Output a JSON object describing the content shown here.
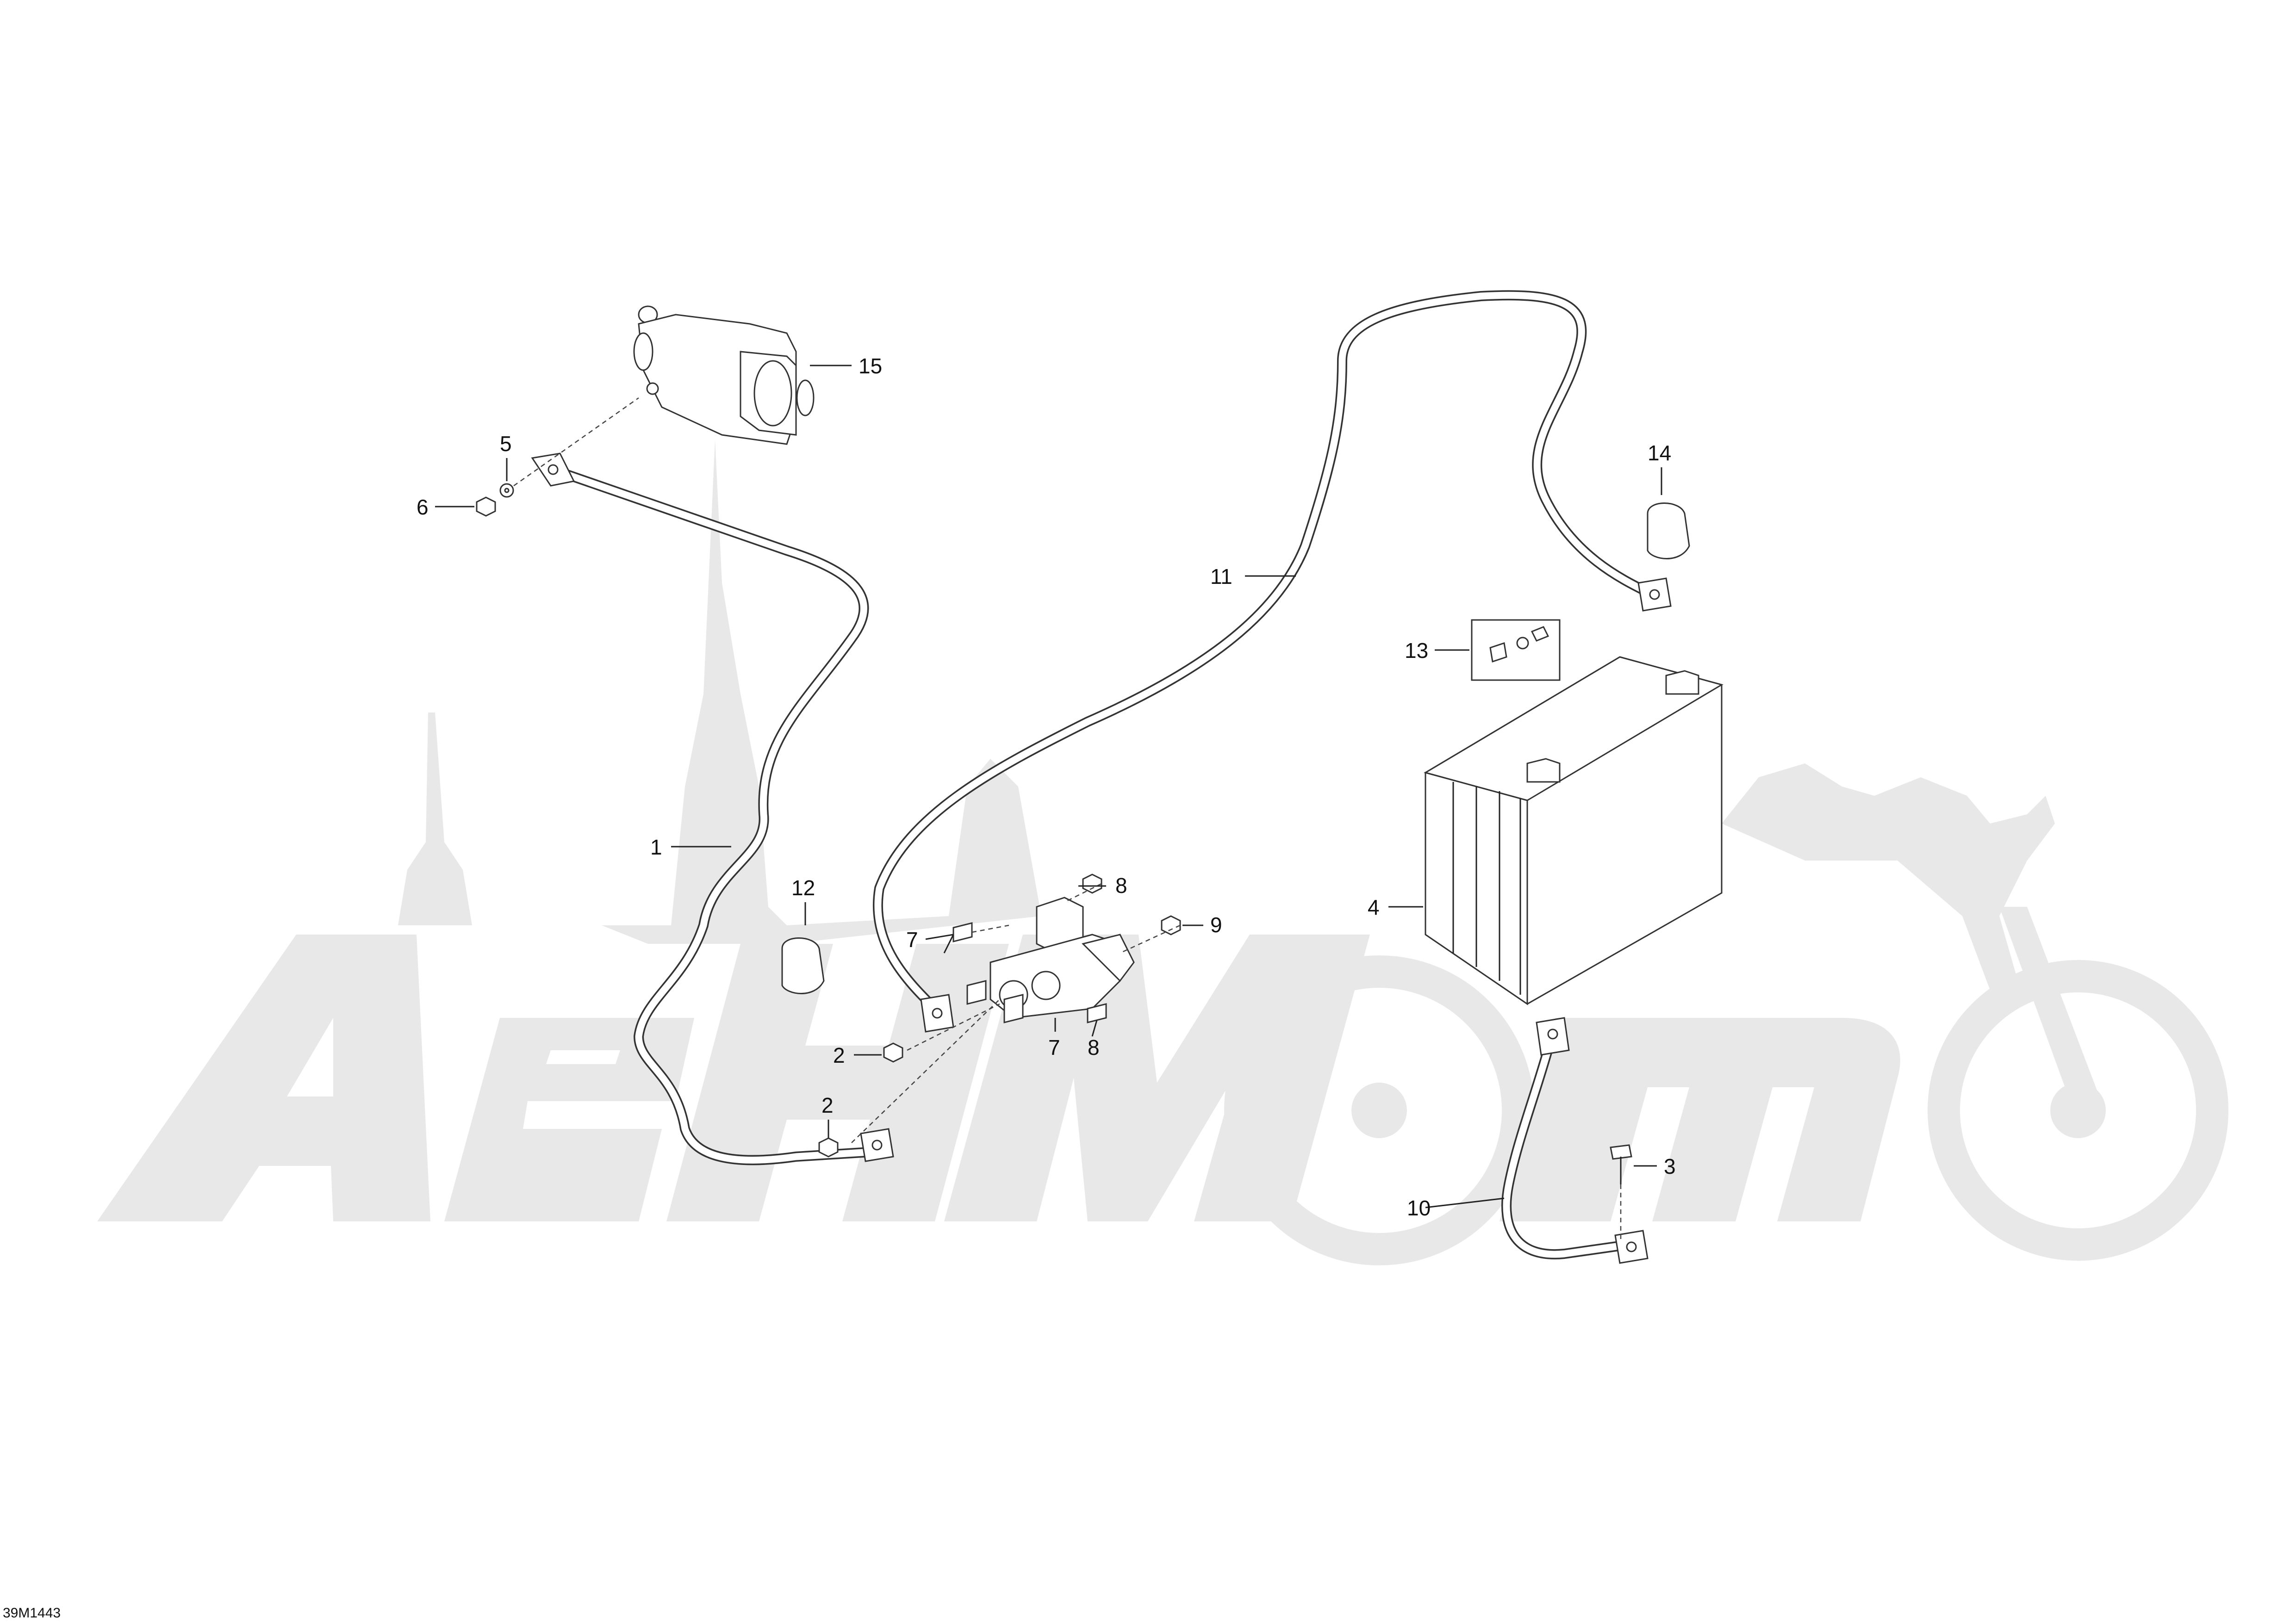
{
  "watermark": {
    "text": "AenMomo"
  },
  "callouts": [
    {
      "id": "c1",
      "label": "1"
    },
    {
      "id": "c2a",
      "label": "2"
    },
    {
      "id": "c2b",
      "label": "2"
    },
    {
      "id": "c3",
      "label": "3"
    },
    {
      "id": "c4",
      "label": "4"
    },
    {
      "id": "c5",
      "label": "5"
    },
    {
      "id": "c6",
      "label": "6"
    },
    {
      "id": "c7a",
      "label": "7"
    },
    {
      "id": "c7b",
      "label": "7"
    },
    {
      "id": "c8a",
      "label": "8"
    },
    {
      "id": "c8b",
      "label": "8"
    },
    {
      "id": "c9",
      "label": "9"
    },
    {
      "id": "c10",
      "label": "10"
    },
    {
      "id": "c11",
      "label": "11"
    },
    {
      "id": "c12",
      "label": "12"
    },
    {
      "id": "c13",
      "label": "13"
    },
    {
      "id": "c14",
      "label": "14"
    },
    {
      "id": "c15",
      "label": "15"
    }
  ],
  "doc_id": "39M1443"
}
